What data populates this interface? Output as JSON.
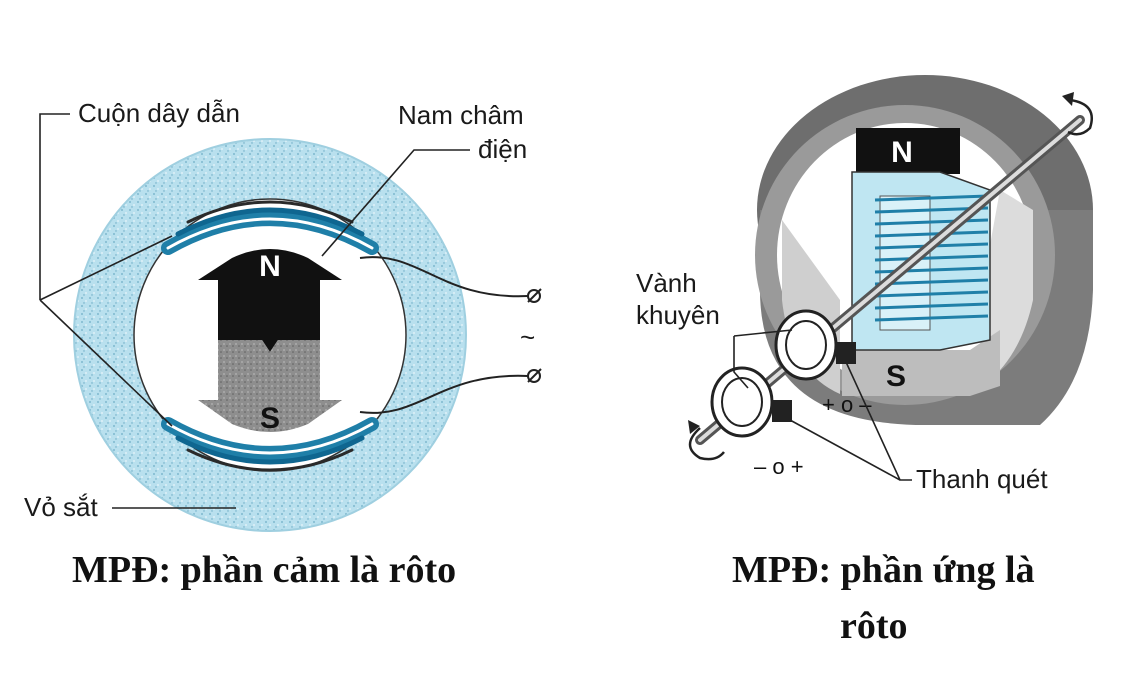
{
  "left": {
    "label_coil": "Cuộn dây dẫn",
    "label_magnet_line1": "Nam châm",
    "label_magnet_line2": "điện",
    "label_shell": "Vỏ sắt",
    "pole_n": "N",
    "pole_s": "S",
    "ac_symbol": "~",
    "caption": "MPĐ: phần cảm là rôto"
  },
  "right": {
    "label_ring_line1": "Vành",
    "label_ring_line2": "khuyên",
    "label_brush": "Thanh quét",
    "pole_n": "N",
    "pole_s": "S",
    "terminal_top": "+ o –",
    "terminal_bottom": "– o +",
    "caption_line1": "MPĐ: phần ứng là",
    "caption_line2": "rôto"
  },
  "colors": {
    "stator_fill": "#a9d8ea",
    "coil_blue": "#1f7fa8",
    "magnet_dark": "#111111",
    "magnet_grey": "#8a8a8a",
    "shell_grey": "#6e6e6e"
  }
}
